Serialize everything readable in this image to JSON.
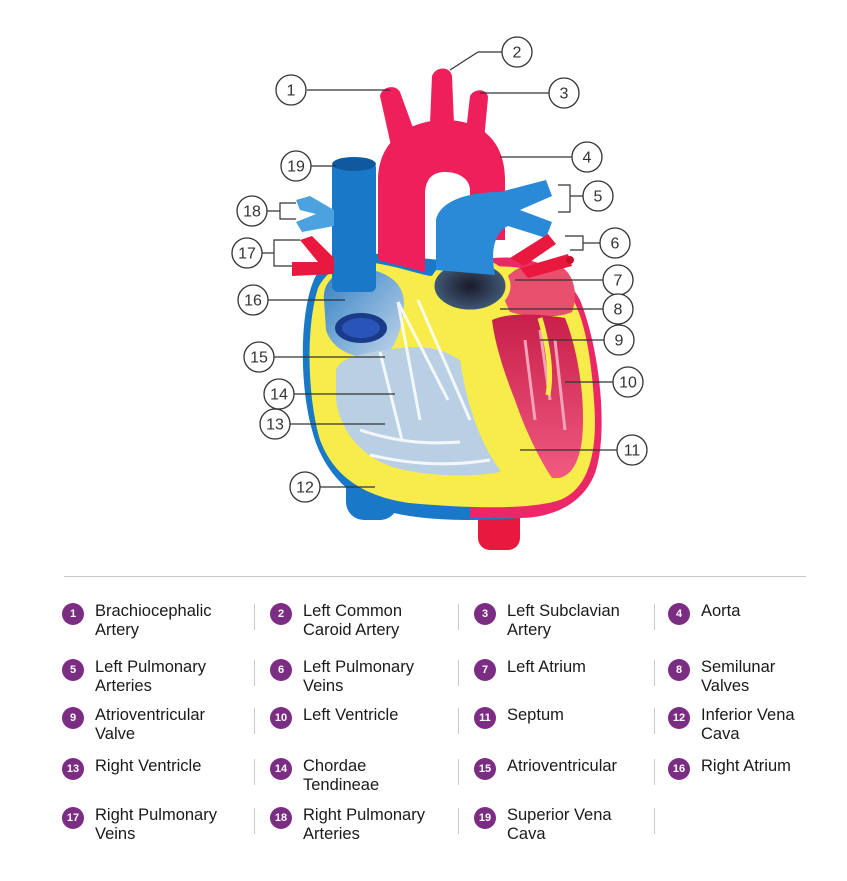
{
  "colors": {
    "artery": "#ee1f5a",
    "artery_dark": "#c8102e",
    "vein": "#1a78c8",
    "vein_light": "#4aa3df",
    "wall": "#f7ec4a",
    "chamber_blue": "#a8c4de",
    "chamber_red": "#e33d6a",
    "badge": "#7b2d83",
    "leader": "#333333"
  },
  "callouts": [
    "1",
    "2",
    "3",
    "4",
    "5",
    "6",
    "7",
    "8",
    "9",
    "10",
    "11",
    "12",
    "13",
    "14",
    "15",
    "16",
    "17",
    "18",
    "19"
  ],
  "legend": [
    {
      "num": "1",
      "label": "Brachiocephalic\nArtery"
    },
    {
      "num": "2",
      "label": "Left Common\nCaroid Artery"
    },
    {
      "num": "3",
      "label": "Left Subclavian\nArtery"
    },
    {
      "num": "4",
      "label": "Aorta"
    },
    {
      "num": "5",
      "label": "Left Pulmonary\nArteries"
    },
    {
      "num": "6",
      "label": "Left Pulmonary\nVeins"
    },
    {
      "num": "7",
      "label": "Left Atrium"
    },
    {
      "num": "8",
      "label": "Semilunar\nValves"
    },
    {
      "num": "9",
      "label": "Atrioventricular\nValve"
    },
    {
      "num": "10",
      "label": "Left Ventricle"
    },
    {
      "num": "11",
      "label": "Septum"
    },
    {
      "num": "12",
      "label": "Inferior Vena\nCava"
    },
    {
      "num": "13",
      "label": "Right Ventricle"
    },
    {
      "num": "14",
      "label": "Chordae\nTendineae"
    },
    {
      "num": "15",
      "label": "Atrioventricular"
    },
    {
      "num": "16",
      "label": "Right Atrium"
    },
    {
      "num": "17",
      "label": "Right Pulmonary\nVeins"
    },
    {
      "num": "18",
      "label": "Right Pulmonary\nArteries"
    },
    {
      "num": "19",
      "label": "Superior Vena\nCava"
    }
  ]
}
